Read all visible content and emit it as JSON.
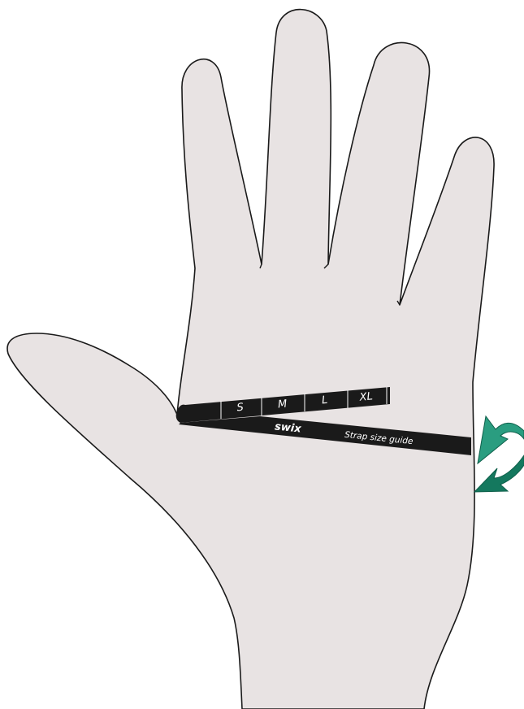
{
  "strap": {
    "sizes": [
      "S",
      "M",
      "L",
      "XL"
    ],
    "brand": "swix",
    "caption": "Strap size guide"
  },
  "colors": {
    "hand_fill": "#e8e3e3",
    "hand_outline": "#1a1a1a",
    "strap": "#1a1a1a",
    "arrow_light": "#2a9d80",
    "arrow_dark": "#14785e"
  },
  "icons": {
    "hand": "hand-palm-icon",
    "arrow": "wrap-arrow-icon"
  }
}
